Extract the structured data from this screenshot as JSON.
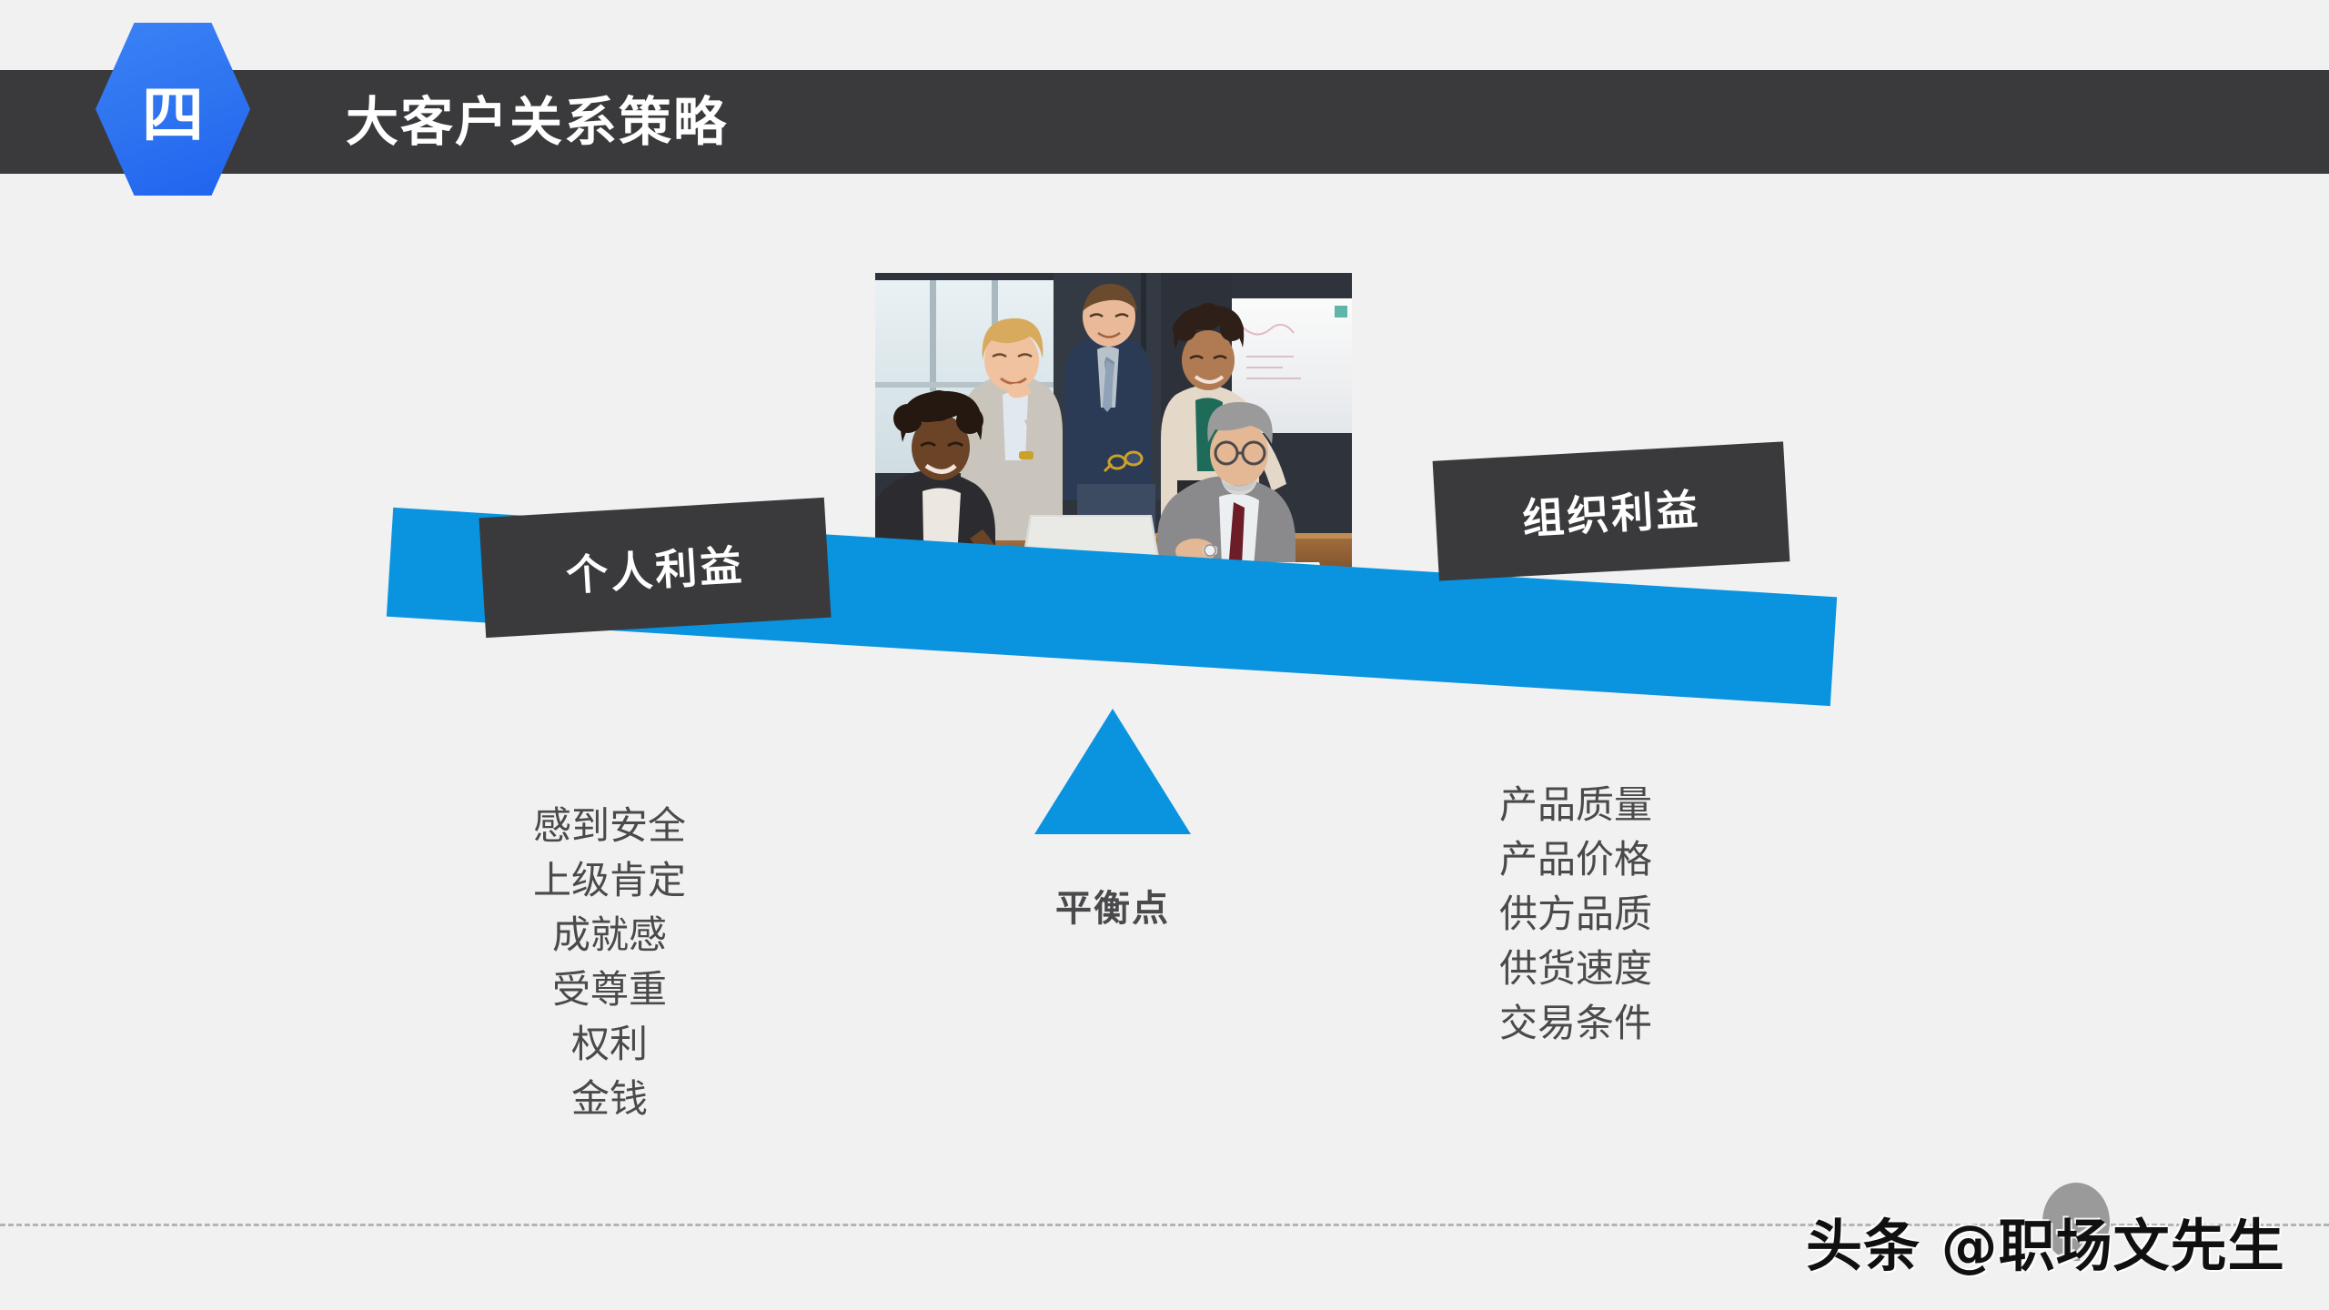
{
  "slide": {
    "background_color": "#f1f1f1",
    "accent_blue": "#0a94e0",
    "badge_blue": "#2f74f0",
    "dark_gray": "#3a3a3c",
    "text_gray": "#4a4a4c"
  },
  "header": {
    "section_number": "四",
    "title": "大客户关系策略",
    "bar_color": "#3a3a3c",
    "badge_icon": "hexagon-badge-icon"
  },
  "photo": {
    "alt": "team-meeting-photo",
    "caption": ""
  },
  "seesaw": {
    "left_plaque": "个人利益",
    "right_plaque": "组织利益",
    "fulcrum_icon": "triangle-fulcrum-icon",
    "balance_caption": "平衡点",
    "beam_color": "#0a94e0"
  },
  "left_list": {
    "items": [
      "感到安全",
      "上级肯定",
      "成就感",
      "受尊重",
      "权利",
      "金钱"
    ]
  },
  "right_list": {
    "items": [
      "产品质量",
      "产品价格",
      "供方品质",
      "供货速度",
      "交易条件"
    ]
  },
  "footer": {
    "watermark": "头条 @职场文先生",
    "divider_icon": "dashed-divider-icon"
  }
}
